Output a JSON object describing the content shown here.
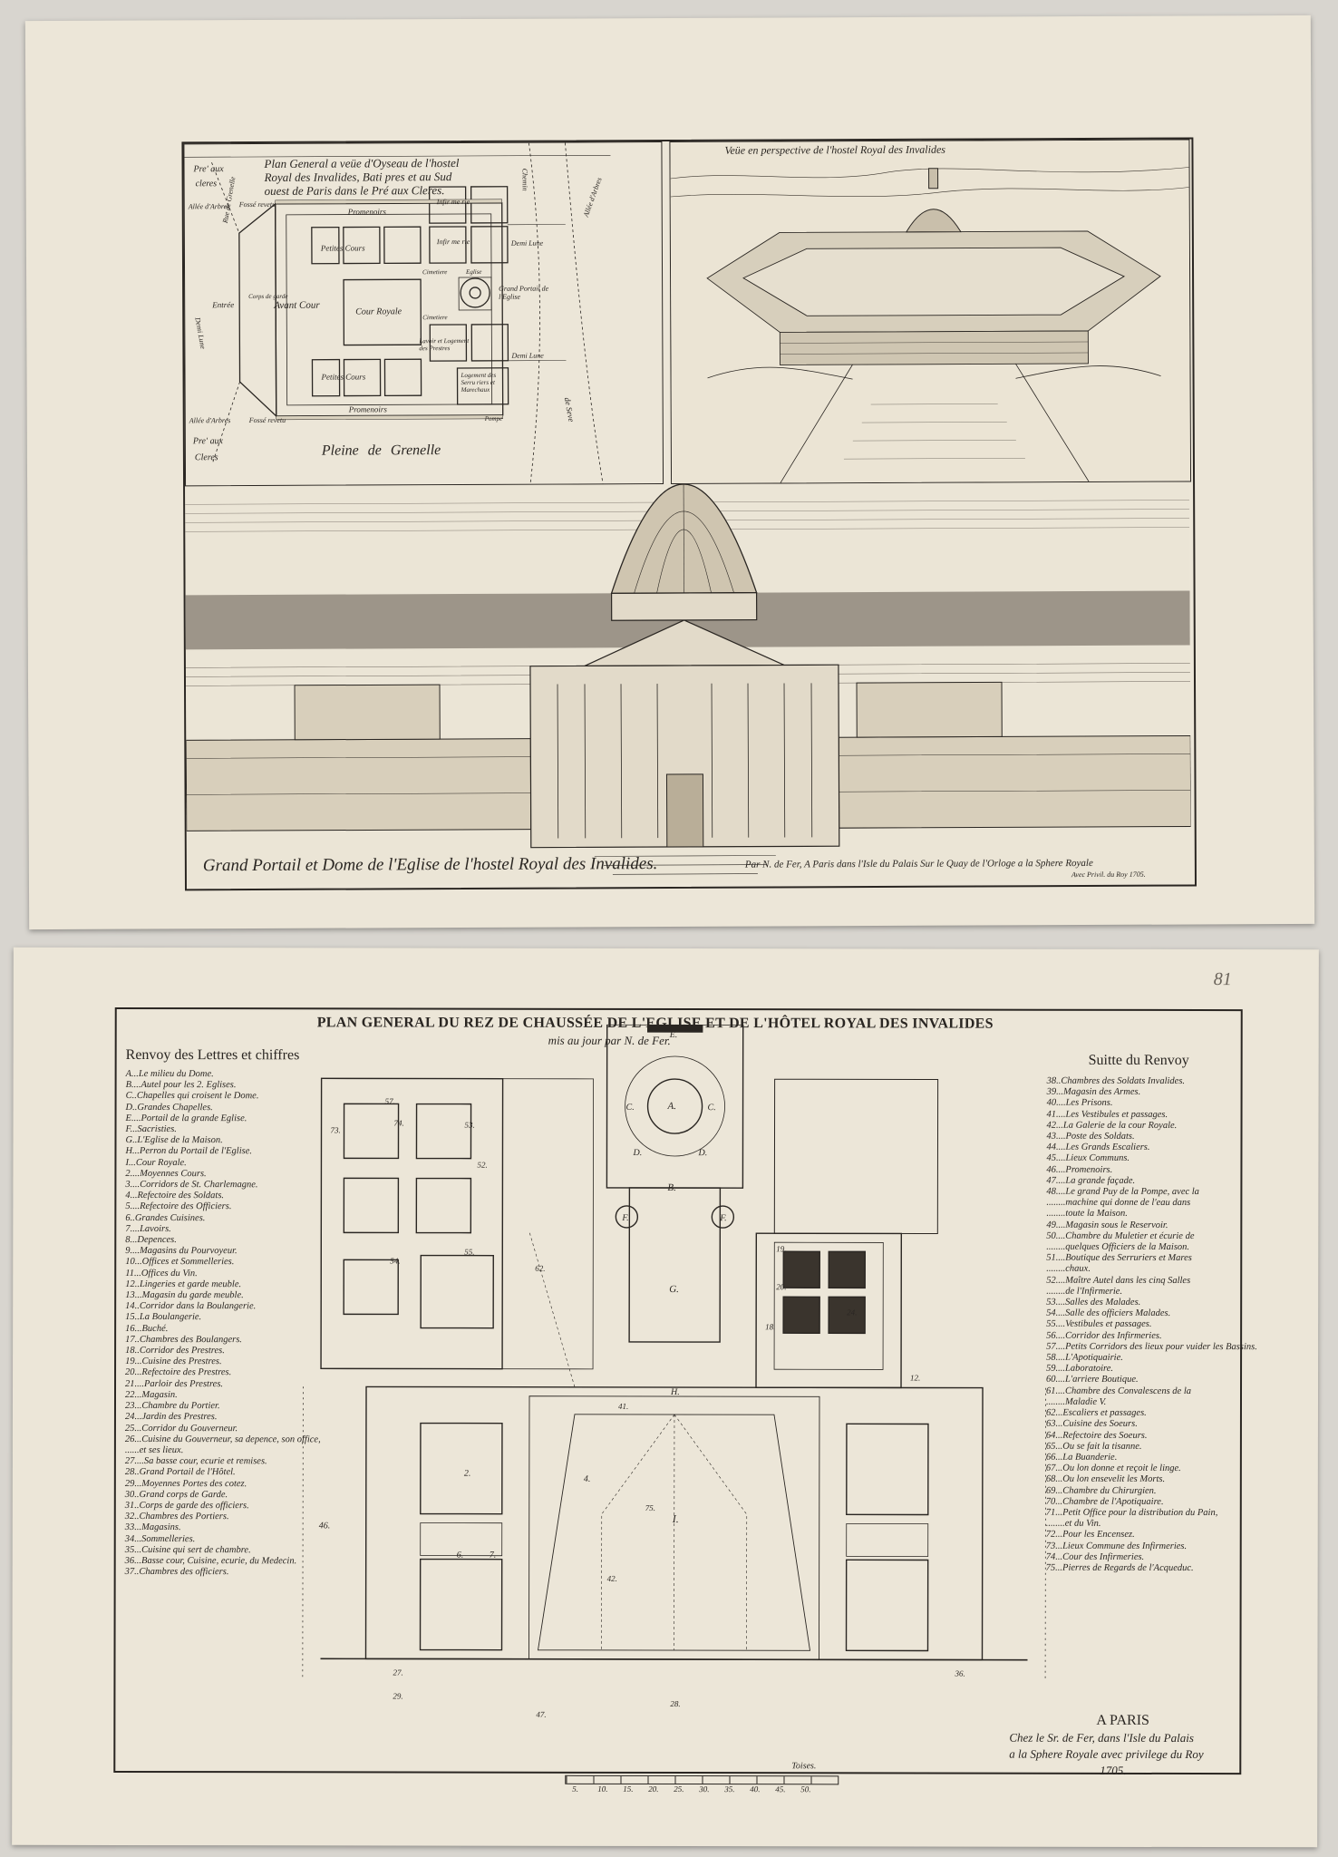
{
  "top_sheet": {
    "plan_title_lines": [
      "Plan General a veüe d'Oyseau de l'hostel",
      "Royal des Invalides, Bati pres et au Sud",
      "ouest de Paris dans le Pré aux Cleres."
    ],
    "plan_labels": {
      "pre_aux_cleres_top": "Pre' aux",
      "cleres_top": "cleres",
      "pre_aux_cleres_bottom": "Pre' aux",
      "cleres_bottom": "Cleres",
      "allee_arbres_left": "Allée d'Arbres",
      "allee_arbres_bottom": "Allée d'Arbres",
      "allee_arbres_right": "Allée d'Arbres",
      "rue_grenelle": "Rue de Grenelle",
      "fosse_revetu_top": "Fossé revetu",
      "fosse_revetu_bottom": "Fossé revetu",
      "demi_lune_left": "Demi Lune",
      "demi_lune_right_top": "Demi Lune",
      "demi_lune_right_bottom": "Demi Lune",
      "entree": "Entrée",
      "corps_de_garde": "Corps de garde",
      "avant_cour": "Avant Cour",
      "cour_royale": "Cour Royale",
      "petites_cours_top": "Petites Cours",
      "petites_cours_bottom": "Petites Cours",
      "promenoirs_top": "Promenoirs",
      "promenoirs_bottom": "Promenoirs",
      "infirmerie_top": "Infir me rie",
      "infirmerie_mid": "Infir me rie",
      "cimetiere_top": "Cimetiere",
      "cimetiere_bottom": "Cimetiere",
      "eglise": "Eglise",
      "grand_portail": "Grand Portail de l'Eglise",
      "chemin": "Chemin",
      "logement": "Logement des Serru riers et Marechaux",
      "lavoir": "Lavoir et Logement des Prestres",
      "pompe": "Pompe",
      "plaine": "Pleine de Grenelle",
      "de_seve": "de Seve"
    },
    "perspective_title": "Veüe en perspective de l'hostel Royal des Invalides",
    "main_caption": "Grand Portail et Dome de l'Eglise de l'hostel Royal des Invalides.",
    "imprint": "Par N. de Fer, A Paris dans l'Isle du Palais Sur le Quay de l'Orloge a la Sphere Royale",
    "privilege": "Avec Privil. du Roy 1705."
  },
  "bottom_sheet": {
    "pencil_note": "81",
    "title": "PLAN GENERAL DU REZ DE CHAUSSÉE DE L'EGLISE ET DE L'HÔTEL ROYAL DES INVALIDES",
    "subtitle": "mis au jour par N. de Fer.",
    "left_legend_title": "Renvoy des Lettres et chiffres",
    "left_legend": [
      "A...Le milieu du Dome.",
      "B....Autel pour les 2. Eglises.",
      "C..Chapelles qui croisent le Dome.",
      "D..Grandes Chapelles.",
      "E....Portail de la grande Eglise.",
      "F...Sacristies.",
      "G..L'Eglise de la Maison.",
      "H...Perron du Portail de l'Eglise.",
      "I...Cour Royale.",
      "2....Moyennes Cours.",
      "3....Corridors de St. Charlemagne.",
      "4...Refectoire des Soldats.",
      "5....Refectoire des Officiers.",
      "6..Grandes Cuisines.",
      "7....Lavoirs.",
      "8...Depences.",
      "9....Magasins du Pourvoyeur.",
      "10...Offices et Sommelleries.",
      "11...Offices du Vin.",
      "12..Lingeries et garde meuble.",
      "13...Magasin du garde meuble.",
      "14..Corridor dans la Boulangerie.",
      "15..La Boulangerie.",
      "16...Buché.",
      "17..Chambres des Boulangers.",
      "18..Corridor des Prestres.",
      "19...Cuisine des Prestres.",
      "20...Refectoire des Prestres.",
      "21....Parloir des Prestres.",
      "22...Magasin.",
      "23...Chambre du Portier.",
      "24...Jardin des Prestres.",
      "25...Corridor du Gouverneur.",
      "26...Cuisine du Gouverneur, sa depence, son office,",
      "......et ses lieux.",
      "27....Sa basse cour, ecurie et remises.",
      "28..Grand Portail de l'Hôtel.",
      "29...Moyennes Portes des cotez.",
      "30..Grand corps de Garde.",
      "31..Corps de garde des officiers.",
      "32..Chambres des Portiers.",
      "33...Magasins.",
      "34...Sommelleries.",
      "35...Cuisine qui sert de chambre.",
      "36...Basse cour, Cuisine, ecurie, du Medecin.",
      "37..Chambres des officiers."
    ],
    "right_legend_title": "Suitte du Renvoy",
    "right_legend": [
      "38..Chambres des Soldats Invalides.",
      "39...Magasin des Armes.",
      "40....Les Prisons.",
      "41....Les Vestibules et passages.",
      "42...La Galerie de la cour Royale.",
      "43....Poste des Soldats.",
      "44....Les Grands Escaliers.",
      "45....Lieux Communs.",
      "46....Promenoirs.",
      "47....La grande façade.",
      "48....Le grand Puy de la Pompe, avec la",
      "........machine qui donne de l'eau dans",
      "........toute la Maison.",
      "49....Magasin sous le Reservoir.",
      "50....Chambre du Muletier et écurie de",
      "........quelques Officiers de la Maison.",
      "51....Boutique des Serruriers et Mares",
      "........chaux.",
      "52....Maître Autel dans les cinq Salles",
      "........de l'Infirmerie.",
      "53....Salles des Malades.",
      "54....Salle des officiers Malades.",
      "55....Vestibules et passages.",
      "56....Corridor des Infirmeries.",
      "57....Petits Corridors des lieux pour vuider les Bassins.",
      "58....L'Apotiquairie.",
      "59....Laboratoire.",
      "60....L'arriere Boutique.",
      "61....Chambre des Convalescens de la",
      "........Maladie V.",
      "62...Escaliers et passages.",
      "63...Cuisine des Soeurs.",
      "64...Refectoire des Soeurs.",
      "65...Ou se fait la tisanne.",
      "66...La Buanderie.",
      "67...Ou lon donne et reçoit le linge.",
      "68...Ou lon ensevelit les Morts.",
      "69...Chambre du Chirurgien.",
      "70...Chambre de l'Apotiquaire.",
      "71...Petit Office pour la distribution du Pain,",
      "........et du Vin.",
      "72...Pour les Encensez.",
      "73...Lieux Commune des Infirmeries.",
      "74...Cour des Infirmeries.",
      "75...Pierres de Regards de l'Acqueduc."
    ],
    "imprint_lines": [
      "A PARIS",
      "Chez le Sr. de Fer, dans l'Isle du Palais",
      "a la Sphere Royale avec privilege du Roy",
      "1705."
    ],
    "scale_label": "Toises.",
    "scale_ticks": [
      "5.",
      "10.",
      "15.",
      "20.",
      "25.",
      "30.",
      "35.",
      "40.",
      "45.",
      "50."
    ],
    "plan_letters": [
      "A.",
      "B.",
      "C.",
      "C.",
      "D.",
      "D.",
      "E.",
      "F.",
      "F.",
      "G.",
      "H.",
      "I."
    ],
    "plan_numbers": [
      "57.",
      "73.",
      "74.",
      "53.",
      "52.",
      "54.",
      "55.",
      "62.",
      "2.",
      "4.",
      "6.",
      "7.",
      "41.",
      "42.",
      "75.",
      "28.",
      "46.",
      "47.",
      "29.",
      "27.",
      "36.",
      "19.",
      "20.",
      "24.",
      "12.",
      "18."
    ]
  }
}
